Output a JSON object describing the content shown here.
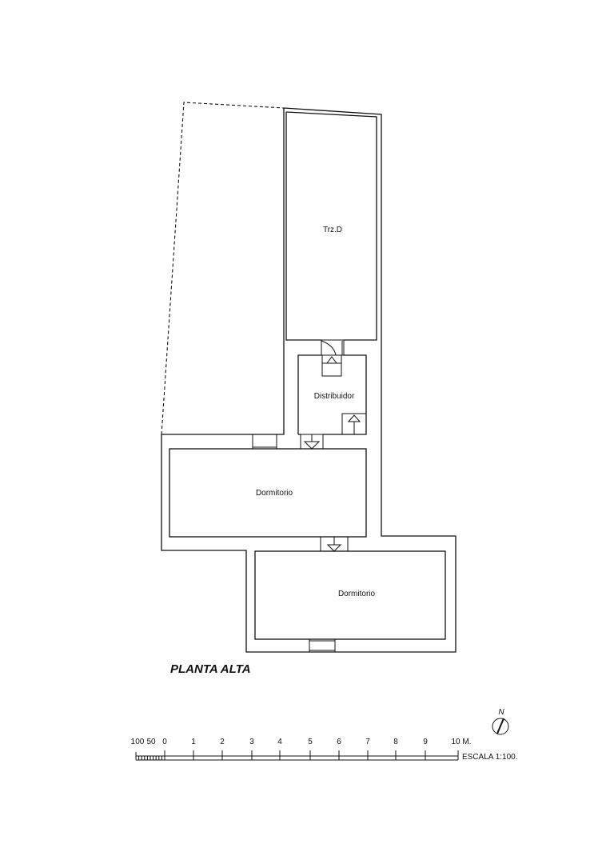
{
  "rooms": {
    "terrace": "Trz.D",
    "hall": "Distribuidor",
    "bedroom_1": "Dormitorio",
    "bedroom_2": "Dormitorio"
  },
  "plan_title": "PLANTA ALTA",
  "north_label": "N",
  "scale_bar": {
    "small_labels": [
      "100",
      "50"
    ],
    "labels": [
      "0",
      "1",
      "2",
      "3",
      "4",
      "5",
      "6",
      "7",
      "8",
      "9",
      "10 M."
    ],
    "scale_text": "ESCALA 1:100."
  }
}
